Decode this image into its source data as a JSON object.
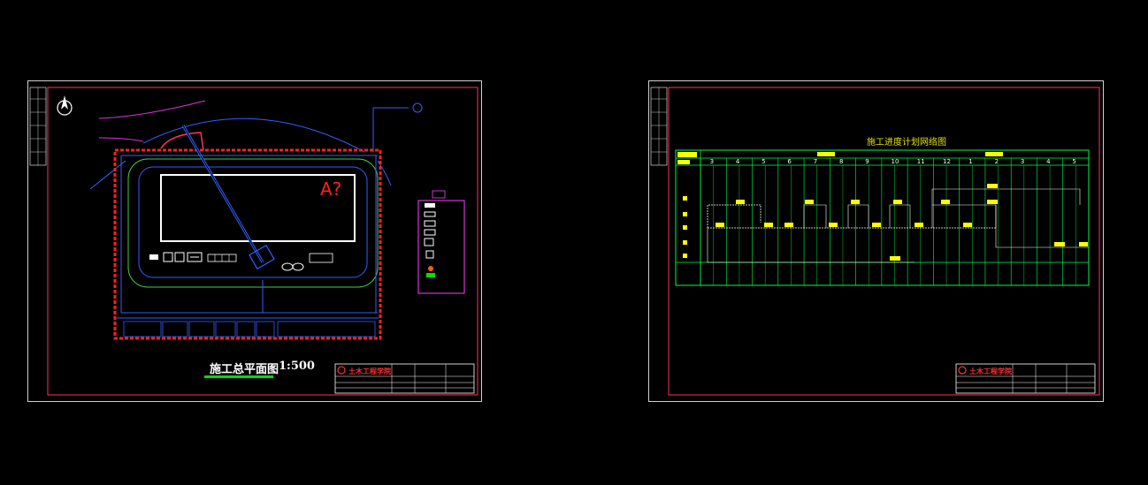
{
  "site_plan": {
    "title": "施工总平面图",
    "scale": "1:500",
    "red_mark": "A?",
    "title_block": {
      "school": "土木工程学院"
    }
  },
  "network_schedule": {
    "title": "施工进度计划网络图",
    "months": [
      "3",
      "4",
      "5",
      "6",
      "7",
      "8",
      "9",
      "10",
      "11",
      "12",
      "1",
      "2",
      "3",
      "4",
      "5"
    ],
    "title_block": {
      "school": "土木工程学院"
    }
  },
  "colors": {
    "background": "#000000",
    "frame": "#ff3060",
    "blue_line": "#3060ff",
    "green_grid": "#00ff40",
    "yellow_text": "#ffff00"
  }
}
